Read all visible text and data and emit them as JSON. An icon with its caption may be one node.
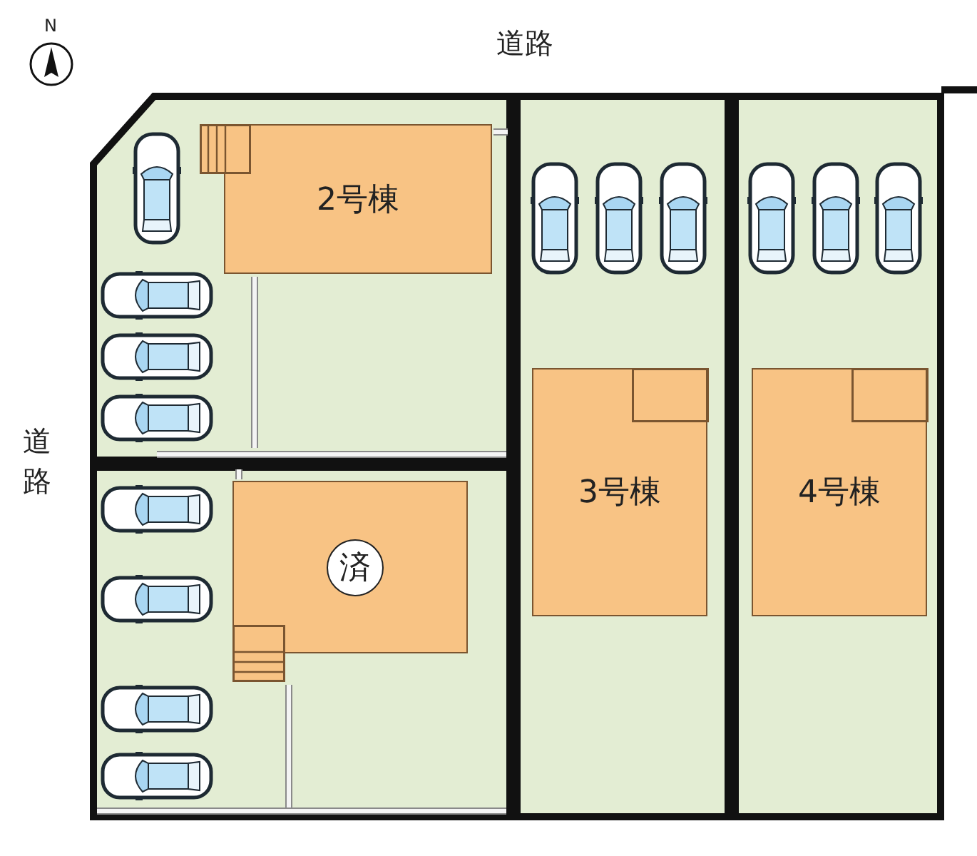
{
  "diagram": {
    "nodes": [
      {
        "text": [],
        "shape": "box"
      },
      {
        "text": [
          "2号棟"
        ],
        "in": 0
      },
      {
        "text": [],
        "shape": "box"
      },
      {
        "text": [
          "3号棟"
        ],
        "in": 2
      },
      {
        "text": [],
        "shape": "box"
      },
      {
        "text": [
          "4号棟"
        ],
        "in": 4
      },
      {
        "text": [],
        "shape": "box"
      },
      {
        "text": [],
        "shape": "box",
        "in": 6
      },
      {
        "text": [
          "済"
        ],
        "in": 7
      }
    ],
    "labels": [
      "N",
      "道路",
      "道路"
    ]
  }
}
